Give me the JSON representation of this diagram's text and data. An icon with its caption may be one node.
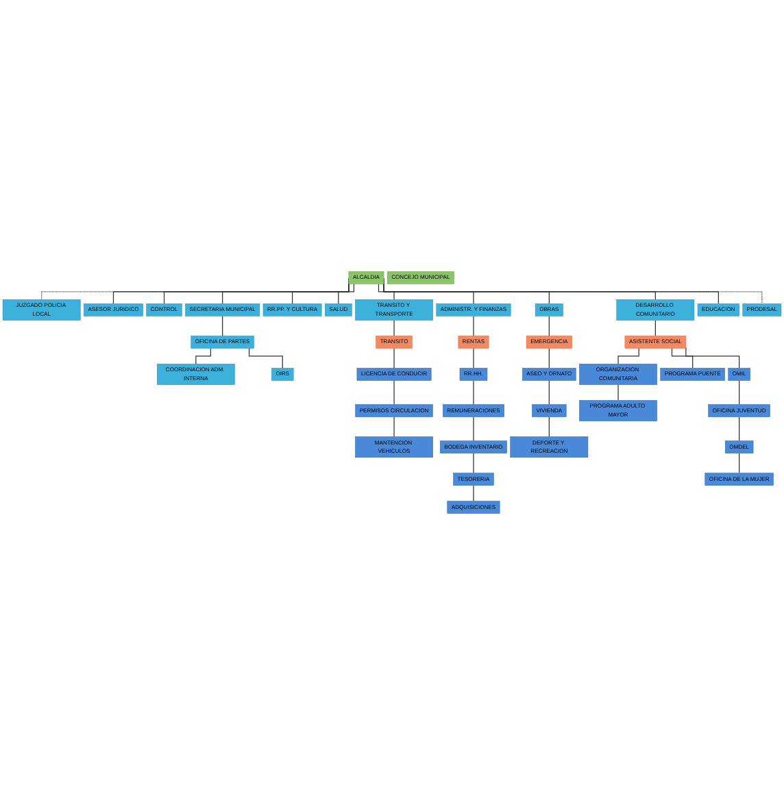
{
  "diagram": {
    "nodes": [
      {
        "text": [
          "ALCALDIA"
        ]
      },
      {
        "text": [
          "CONCEJO MUNICIPAL"
        ]
      },
      {
        "text": [
          "JUZGADO POLICIA LOCAL"
        ]
      },
      {
        "text": [
          "ASESOR JURIDICO"
        ]
      },
      {
        "text": [
          "CONTROL"
        ]
      },
      {
        "text": [
          "SECRETARIA MUNICIPAL"
        ]
      },
      {
        "text": [
          "COORDINACION ADM. INTERNA"
        ]
      },
      {
        "text": [
          "OFICINA DE PARTES"
        ]
      },
      {
        "text": [
          "OIRS"
        ]
      },
      {
        "text": [
          "RR.PP. Y CULTURA"
        ]
      },
      {
        "text": [
          "SALUD"
        ]
      },
      {
        "text": [
          "TRANSITO Y TRANSPORTE"
        ]
      },
      {
        "text": [
          "ADMINISTR. Y FINANZAS"
        ]
      },
      {
        "text": [
          "OBRAS"
        ]
      },
      {
        "text": [
          "DESARROLLO COMUNITARIO"
        ]
      },
      {
        "text": [
          "EDUCACION"
        ]
      },
      {
        "text": [
          "PRODESAL"
        ]
      },
      {
        "text": [
          "TRANSITO"
        ]
      },
      {
        "text": [
          "LICENCIA DE CONDUCIR"
        ]
      },
      {
        "text": [
          "PERMISOS CIRCULACION"
        ]
      },
      {
        "text": [
          "MANTENCION VEHICULOS"
        ]
      },
      {
        "text": [
          "RENTAS"
        ]
      },
      {
        "text": [
          "RR.HH."
        ]
      },
      {
        "text": [
          "REMUNERACIONES"
        ]
      },
      {
        "text": [
          "BODEGA INVENTARIO"
        ]
      },
      {
        "text": [
          "TESORERIA"
        ]
      },
      {
        "text": [
          "ADQUISICIONES"
        ]
      },
      {
        "text": [
          "EMERGENCIA"
        ]
      },
      {
        "text": [
          "ASEO Y ORNATO"
        ]
      },
      {
        "text": [
          "VIVIENDA"
        ]
      },
      {
        "text": [
          "DEPORTE Y RECREACION"
        ]
      },
      {
        "text": [
          "ASISTENTE SOCIAL"
        ]
      },
      {
        "text": [
          "OMIL"
        ]
      },
      {
        "text": [
          "PROGRAMA PUENTE"
        ]
      },
      {
        "text": [
          "ORGANIZACION COMUNITARIA"
        ]
      },
      {
        "text": [
          "PROGRAMA ADULTO MAYOR"
        ]
      },
      {
        "text": [
          "OFICINA JUVENTUD"
        ]
      },
      {
        "text": [
          "OMDEL"
        ]
      },
      {
        "text": [
          "OFICINA DE LA MUJER"
        ]
      }
    ],
    "edges": [
      {
        "from": 0,
        "to": 2,
        "arrow": "none",
        "style": "dashed"
      },
      {
        "from": 0,
        "to": 3,
        "arrow": "none"
      },
      {
        "from": 0,
        "to": 4,
        "arrow": "none"
      },
      {
        "from": 0,
        "to": 5,
        "arrow": "none"
      },
      {
        "from": 5,
        "to": 7,
        "arrow": "none"
      },
      {
        "from": 7,
        "to": 6,
        "arrow": "none"
      },
      {
        "from": 7,
        "to": 8,
        "arrow": "none"
      },
      {
        "from": 0,
        "to": 9,
        "arrow": "none"
      },
      {
        "from": 0,
        "to": 10,
        "arrow": "none"
      },
      {
        "from": 0,
        "to": 11,
        "arrow": "none"
      },
      {
        "from": 0,
        "to": 12,
        "arrow": "none"
      },
      {
        "from": 0,
        "to": 13,
        "arrow": "none"
      },
      {
        "from": 0,
        "to": 14,
        "arrow": "none"
      },
      {
        "from": 0,
        "to": 15,
        "arrow": "none"
      },
      {
        "from": 0,
        "to": 16,
        "arrow": "none",
        "style": "dashed"
      },
      {
        "from": 11,
        "to": 17,
        "arrow": "none"
      },
      {
        "from": 17,
        "to": 18,
        "arrow": "none"
      },
      {
        "from": 18,
        "to": 19,
        "arrow": "none"
      },
      {
        "from": 19,
        "to": 20,
        "arrow": "none"
      },
      {
        "from": 12,
        "to": 21,
        "arrow": "none"
      },
      {
        "from": 21,
        "to": 22,
        "arrow": "none"
      },
      {
        "from": 22,
        "to": 23,
        "arrow": "none"
      },
      {
        "from": 23,
        "to": 24,
        "arrow": "none"
      },
      {
        "from": 24,
        "to": 25,
        "arrow": "none"
      },
      {
        "from": 25,
        "to": 26,
        "arrow": "none"
      },
      {
        "from": 13,
        "to": 27,
        "arrow": "none"
      },
      {
        "from": 27,
        "to": 28,
        "arrow": "none"
      },
      {
        "from": 28,
        "to": 29,
        "arrow": "none"
      },
      {
        "from": 29,
        "to": 30,
        "arrow": "none"
      },
      {
        "from": 14,
        "to": 31,
        "arrow": "none"
      },
      {
        "from": 31,
        "to": 32,
        "arrow": "none"
      },
      {
        "from": 31,
        "to": 33,
        "arrow": "none"
      },
      {
        "from": 31,
        "to": 34,
        "arrow": "none"
      },
      {
        "from": 34,
        "to": 35,
        "arrow": "none"
      },
      {
        "from": 32,
        "to": 36,
        "arrow": "none"
      },
      {
        "from": 36,
        "to": 37,
        "arrow": "none"
      },
      {
        "from": 37,
        "to": 38,
        "arrow": "none"
      }
    ]
  }
}
